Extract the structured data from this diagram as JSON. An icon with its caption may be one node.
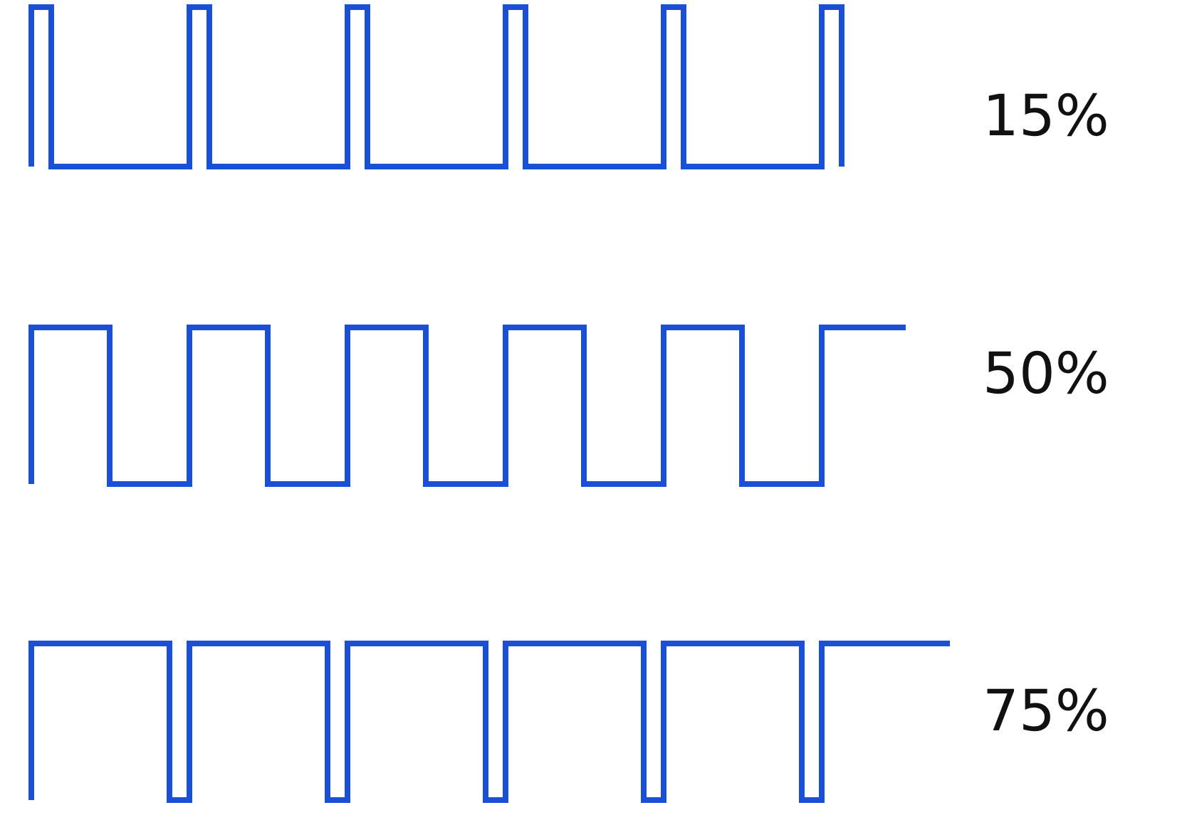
{
  "diagram": {
    "labels": [
      "15%",
      "50%",
      "75%"
    ]
  }
}
